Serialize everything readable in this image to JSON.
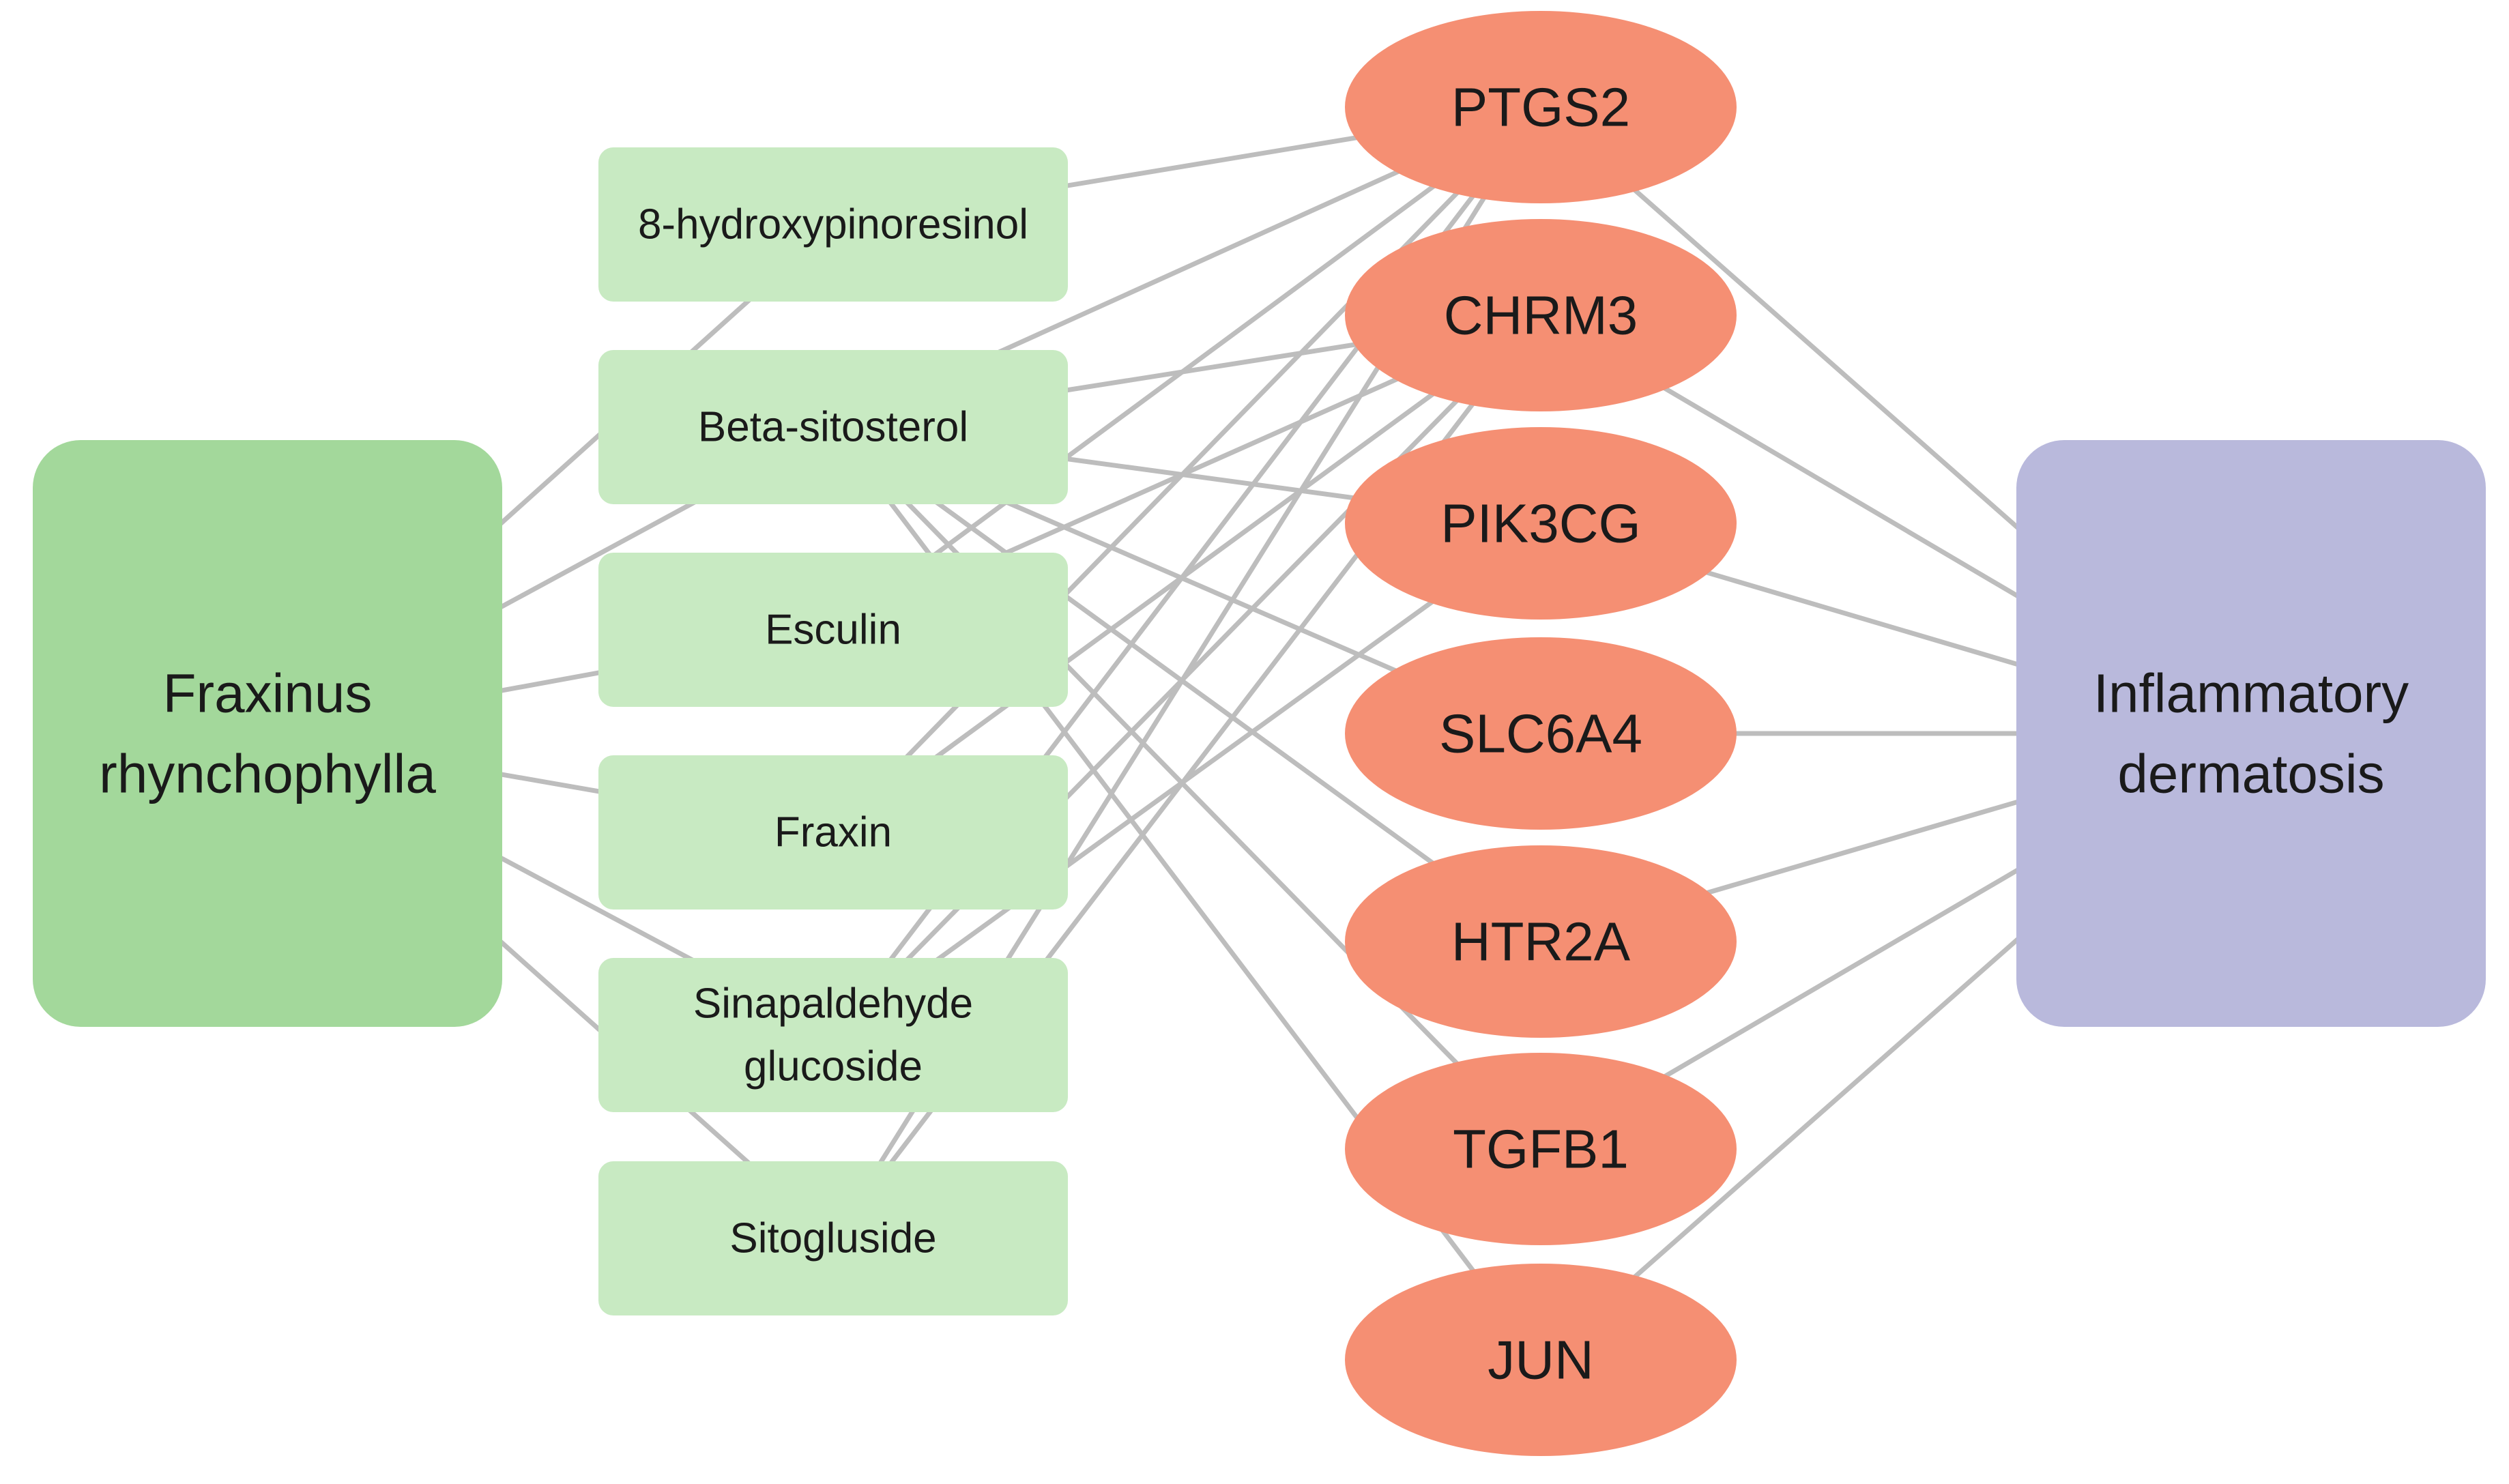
{
  "colors": {
    "source_fill": "#a3d89b",
    "compound_fill": "#c8eac2",
    "target_fill": "#f58f73",
    "disease_fill": "#b9b9dc",
    "edge": "#bdbdbd"
  },
  "source": {
    "id": "fr",
    "lines": [
      "Fraxinus",
      "rhynchophylla"
    ]
  },
  "compounds": [
    {
      "id": "c1",
      "lines": [
        "8-hydroxypinoresinol"
      ]
    },
    {
      "id": "c2",
      "lines": [
        "Beta-sitosterol"
      ]
    },
    {
      "id": "c3",
      "lines": [
        "Esculin"
      ]
    },
    {
      "id": "c4",
      "lines": [
        "Fraxin"
      ]
    },
    {
      "id": "c5",
      "lines": [
        "Sinapaldehyde",
        "glucoside"
      ]
    },
    {
      "id": "c6",
      "lines": [
        "Sitogluside"
      ]
    }
  ],
  "targets": [
    {
      "id": "t1",
      "label": "PTGS2"
    },
    {
      "id": "t2",
      "label": "CHRM3"
    },
    {
      "id": "t3",
      "label": "PIK3CG"
    },
    {
      "id": "t4",
      "label": "SLC6A4"
    },
    {
      "id": "t5",
      "label": "HTR2A"
    },
    {
      "id": "t6",
      "label": "TGFB1"
    },
    {
      "id": "t7",
      "label": "JUN"
    }
  ],
  "disease": {
    "id": "id",
    "lines": [
      "Inflammatory",
      "dermatosis"
    ]
  },
  "edges": [
    [
      "fr",
      "c1"
    ],
    [
      "fr",
      "c2"
    ],
    [
      "fr",
      "c3"
    ],
    [
      "fr",
      "c4"
    ],
    [
      "fr",
      "c5"
    ],
    [
      "fr",
      "c6"
    ],
    [
      "c1",
      "t1"
    ],
    [
      "c2",
      "t1"
    ],
    [
      "c2",
      "t2"
    ],
    [
      "c2",
      "t3"
    ],
    [
      "c2",
      "t4"
    ],
    [
      "c2",
      "t5"
    ],
    [
      "c2",
      "t6"
    ],
    [
      "c2",
      "t7"
    ],
    [
      "c3",
      "t1"
    ],
    [
      "c3",
      "t2"
    ],
    [
      "c4",
      "t1"
    ],
    [
      "c4",
      "t2"
    ],
    [
      "c5",
      "t1"
    ],
    [
      "c5",
      "t2"
    ],
    [
      "c5",
      "t3"
    ],
    [
      "c6",
      "t1"
    ],
    [
      "c6",
      "t2"
    ],
    [
      "t1",
      "id"
    ],
    [
      "t2",
      "id"
    ],
    [
      "t3",
      "id"
    ],
    [
      "t4",
      "id"
    ],
    [
      "t5",
      "id"
    ],
    [
      "t6",
      "id"
    ],
    [
      "t7",
      "id"
    ]
  ]
}
